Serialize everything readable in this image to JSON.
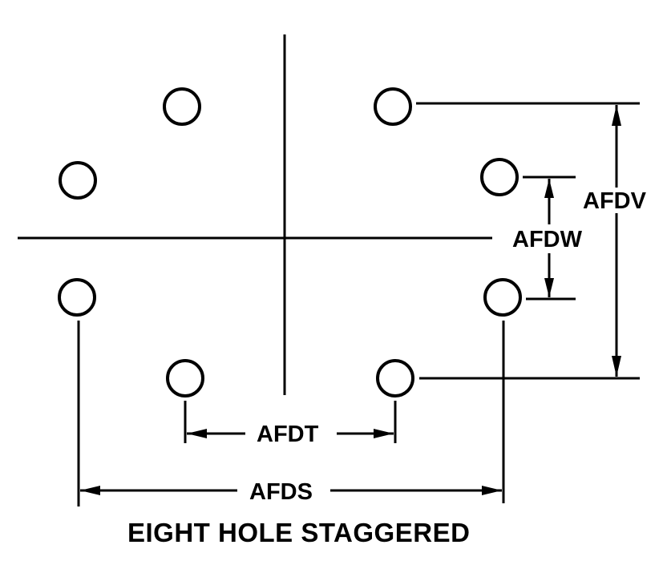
{
  "diagram": {
    "title": "EIGHT HOLE STAGGERED",
    "dimensions": {
      "afdv": "AFDV",
      "afdw": "AFDW",
      "afdt": "AFDT",
      "afds": "AFDS"
    },
    "hole_count": 8,
    "line_color": "#000000",
    "background": "#ffffff"
  }
}
